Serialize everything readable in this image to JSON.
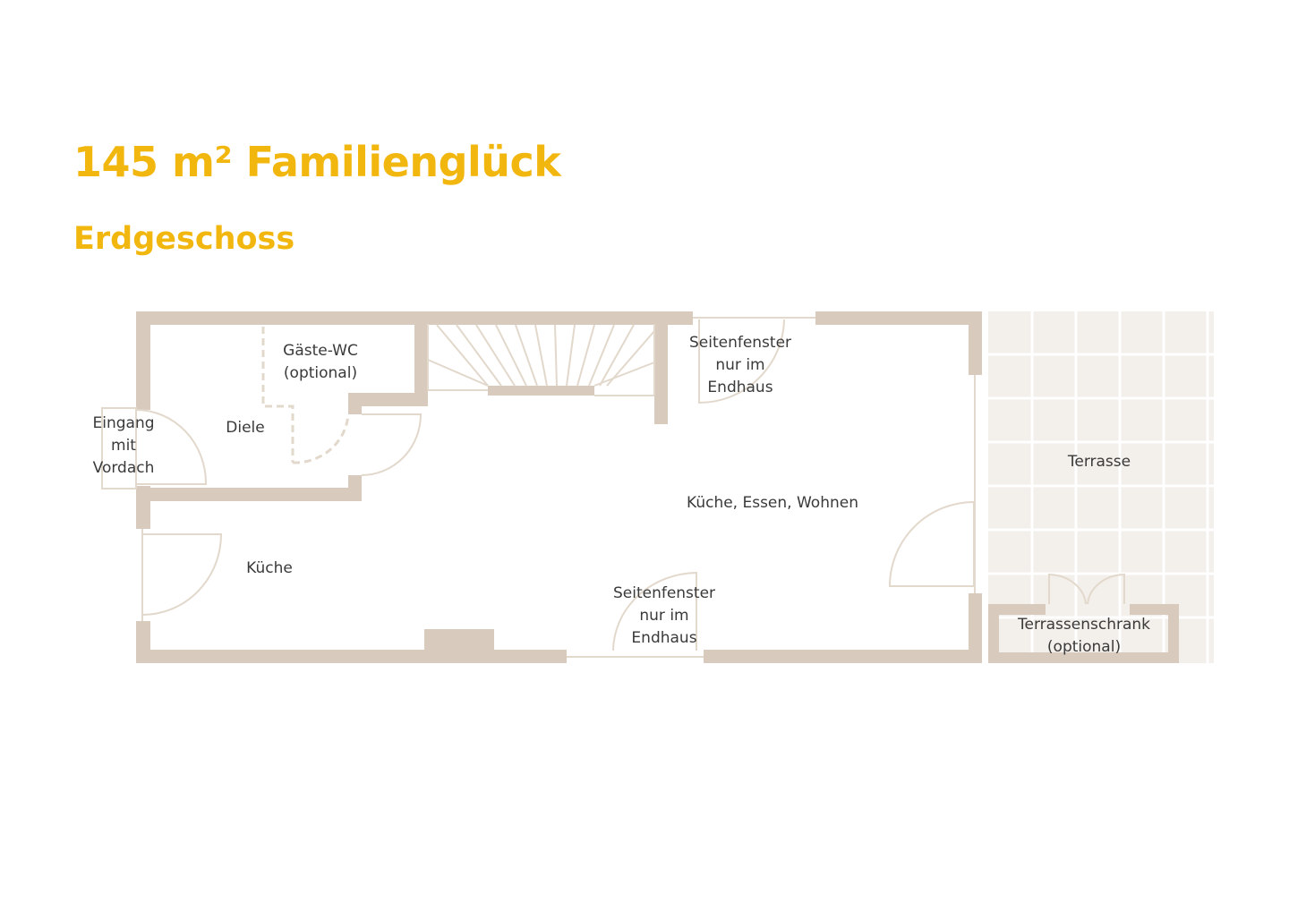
{
  "header": {
    "title": "145 m² Familienglück",
    "subtitle": "Erdgeschoss"
  },
  "rooms": {
    "entrance": "Eingang\nmit\nVordach",
    "hall": "Diele",
    "guest_wc": "Gäste-WC\n(optional)",
    "side_window_top": "Seitenfenster\nnur im\nEndhaus",
    "living": "Küche, Essen, Wohnen",
    "kitchen": "Küche",
    "side_window_bottom": "Seitenfenster\nnur im\nEndhaus",
    "terrace": "Terrasse",
    "terrace_cabinet": "Terrassenschrank\n(optional)"
  },
  "colors": {
    "accent": "#f2b70f",
    "wall": "#d8cbbd",
    "terrace_tile": "#f3efeb",
    "text": "#3a3a3a"
  }
}
